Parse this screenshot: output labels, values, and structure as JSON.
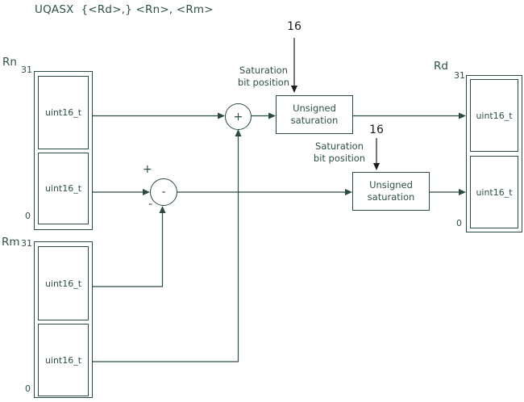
{
  "colors": {
    "line-green": "#2a4c3c",
    "text-green": "#2e5144",
    "arrow-black": "#1c1c1c"
  },
  "title": "UQASX  {<Rd>,} <Rn>, <Rm>",
  "registers": {
    "rn": {
      "label": "Rn",
      "top_bit": "31",
      "bottom_bit": "0",
      "fields": [
        "uint16_t",
        "uint16_t"
      ]
    },
    "rm": {
      "label": "Rm",
      "top_bit": "31",
      "bottom_bit": "0",
      "fields": [
        "uint16_t",
        "uint16_t"
      ]
    },
    "rd": {
      "label": "Rd",
      "top_bit": "31",
      "bottom_bit": "0",
      "fields": [
        "uint16_t",
        "uint16_t"
      ]
    }
  },
  "operators": {
    "adder_symbol": "+",
    "subtractor_symbol": "-",
    "subtractor_left_sign": "+",
    "subtractor_bottom_sign": "-"
  },
  "saturation_blocks": {
    "top": {
      "bit_position_value": "16",
      "annotation_line1": "Saturation",
      "annotation_line2": "bit position",
      "box_line1": "Unsigned",
      "box_line2": "saturation"
    },
    "bottom": {
      "bit_position_value": "16",
      "annotation_line1": "Saturation",
      "annotation_line2": "bit position",
      "box_line1": "Unsigned",
      "box_line2": "saturation"
    }
  }
}
